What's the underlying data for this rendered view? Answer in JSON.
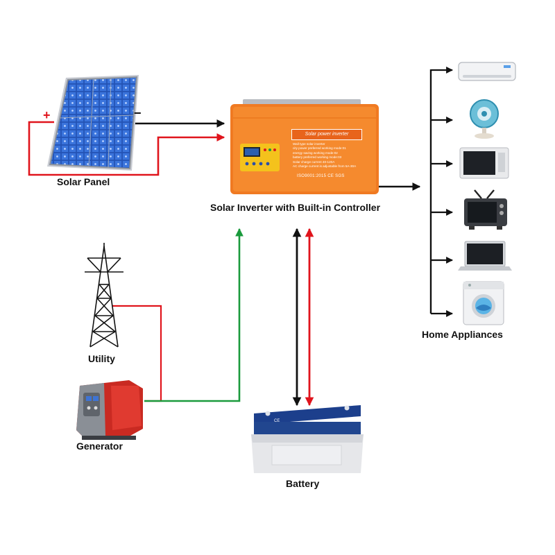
{
  "labels": {
    "solar_panel": "Solar Panel",
    "inverter": "Solar Inverter with Built-in Controller",
    "utility": "Utility",
    "generator": "Generator",
    "battery": "Battery",
    "home_appliances": "Home Appliances"
  },
  "panel_terminals": {
    "plus": "+",
    "minus": "−"
  },
  "inverter_device": {
    "title": "Solar power inverter",
    "lines": [
      "Wall type solar inverter",
      "city power preferred working mode:01",
      "energy saving working mode:02",
      "battery preferred working mode:03",
      "Solar charge current 40-120A",
      "AC charge current is adjustable from 5A-30A"
    ],
    "cert": "ISO9001:2015 CE SGS"
  },
  "battery_device": {
    "brand_text": "CE"
  },
  "appliances": [
    "air-conditioner",
    "fan",
    "microwave",
    "television",
    "laptop",
    "washing-machine"
  ],
  "colors": {
    "wire_black": "#111111",
    "wire_red": "#e0141c",
    "wire_green": "#1a9a3c",
    "inverter_body": "#f07a22",
    "lcd_panel": "#f4c21c",
    "battery_top": "#1c3f8c"
  }
}
